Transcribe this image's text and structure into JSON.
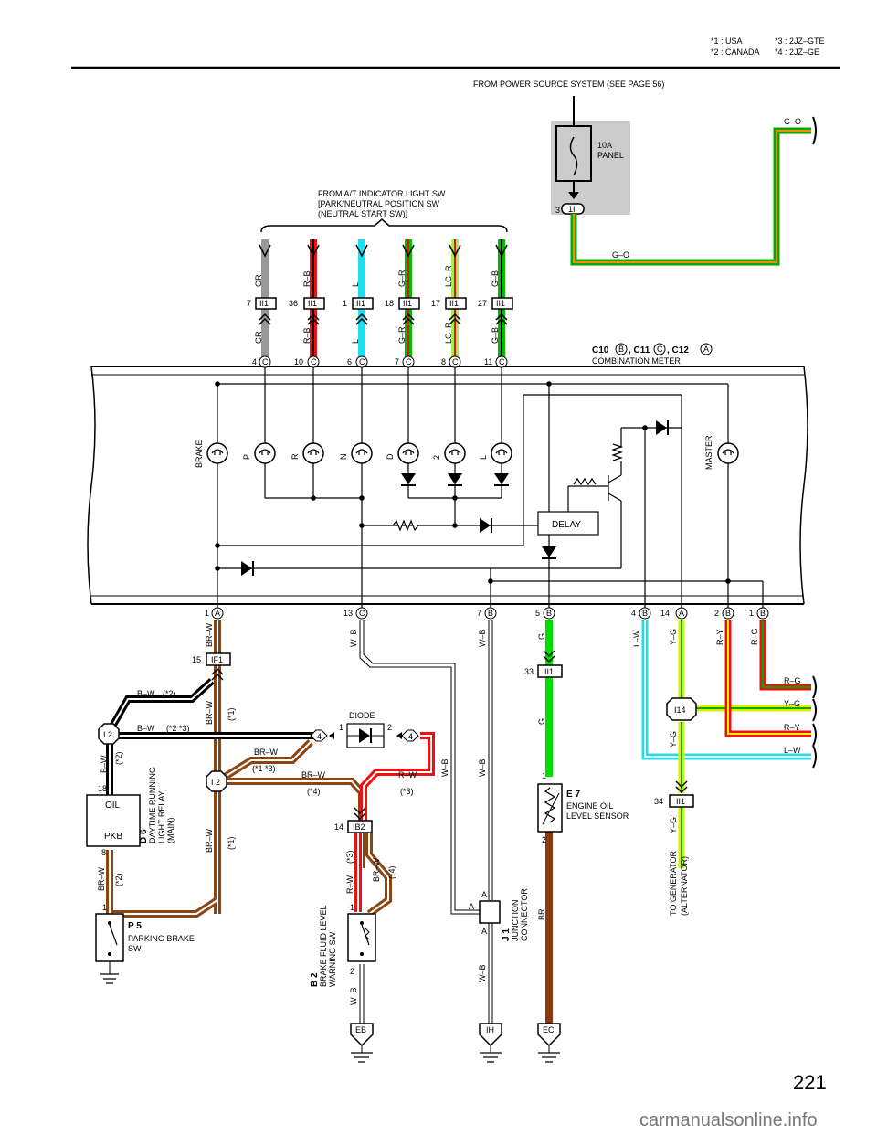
{
  "legend": {
    "n1": "*1 : USA",
    "n2": "*2 : CANADA",
    "n3": "*3 : 2JZ–GTE",
    "n4": "*4 : 2JZ–GE"
  },
  "power_source": "FROM POWER SOURCE SYSTEM (SEE PAGE 56)",
  "fuse": {
    "rating": "10A",
    "name": "PANEL",
    "pin": "3",
    "connector": "1I"
  },
  "wire_go": "G–O",
  "at_indicator": {
    "line1": "FROM A/T INDICATOR LIGHT SW",
    "line2": "[PARK/NEUTRAL POSITION SW",
    "line3": "(NEUTRAL START SW)]"
  },
  "meter_header": {
    "c10": "C10",
    "c11": ", C11",
    "c12": ", C12",
    "title": "COMBINATION METER"
  },
  "circle_letters": {
    "a": "A",
    "b": "B",
    "c": "C"
  },
  "top_wires": [
    {
      "color": "GR",
      "pin_top": "7",
      "pin_bottom": "4",
      "conn": "II1"
    },
    {
      "color": "R–B",
      "pin_top": "36",
      "pin_bottom": "10",
      "conn": "II1"
    },
    {
      "color": "L",
      "pin_top": "1",
      "pin_bottom": "6",
      "conn": "II1"
    },
    {
      "color": "G–R",
      "pin_top": "18",
      "pin_bottom": "7",
      "conn": "II1"
    },
    {
      "color": "LG–R",
      "pin_top": "17",
      "pin_bottom": "8",
      "conn": "II1"
    },
    {
      "color": "G–B",
      "pin_top": "27",
      "pin_bottom": "11",
      "conn": "II1"
    }
  ],
  "lamps": [
    "BRAKE",
    "P",
    "R",
    "N",
    "D",
    "2",
    "L",
    "MASTER"
  ],
  "delay": "DELAY",
  "bottom_pins": [
    {
      "pin": "1",
      "letter": "A"
    },
    {
      "pin": "13",
      "letter": "C"
    },
    {
      "pin": "7",
      "letter": "B"
    },
    {
      "pin": "5",
      "letter": "B"
    },
    {
      "pin": "4",
      "letter": "B"
    },
    {
      "pin": "14",
      "letter": "A"
    },
    {
      "pin": "2",
      "letter": "B"
    },
    {
      "pin": "1",
      "letter": "B"
    }
  ],
  "wires": {
    "brw": "BR–W",
    "wb": "W–B",
    "bw": "B–W",
    "g": "G",
    "lw": "L–W",
    "yg": "Y–G",
    "ry": "R–Y",
    "rg": "R–G",
    "rw": "R–W",
    "br": "BR"
  },
  "notes": {
    "n1": "(*1)",
    "n2": "(*2)",
    "n4": "(*4)",
    "n3": "(*3)",
    "n23": "(*2 *3)",
    "n13": "(*1 *3)"
  },
  "connectors": {
    "if1": "IF1",
    "if1_pin": "15",
    "i2": "I 2",
    "ii1": "II1",
    "ii1_pin": "33",
    "ii1_pin2": "34",
    "i14": "I14",
    "ib2": "IB2",
    "ib2_pin": "14",
    "diode_pin": "4",
    "diode_p1": "1",
    "diode_p2": "2"
  },
  "diode": "DIODE",
  "relay": {
    "oil": "OIL",
    "pkb": "PKB",
    "pin18": "18",
    "pin8": "8",
    "code": "D 6",
    "line1": "DAYTIME RUNNING",
    "line2": "LIGHT RELAY",
    "line3": "(MAIN)"
  },
  "parking": {
    "code": "P 5",
    "line1": "PARKING BRAKE",
    "line2": "SW",
    "pin": "1"
  },
  "brake_fluid": {
    "code": "B 2",
    "line1": "BRAKE FLUID LEVEL",
    "line2": "WARNING SW",
    "pin1": "1",
    "pin2": "2"
  },
  "junction": {
    "code": "J 1",
    "line1": "JUNCTION",
    "line2": "CONNECTOR",
    "a": "A"
  },
  "oil_sensor": {
    "code": "E 7",
    "line1": "ENGINE OIL",
    "line2": "LEVEL SENSOR",
    "pin1": "1",
    "pin2": "2"
  },
  "generator": {
    "line1": "TO GENERATOR",
    "line2": "(ALTERNATOR)"
  },
  "grounds": {
    "eb": "EB",
    "ih": "IH",
    "ec": "EC"
  },
  "page_number": "221",
  "watermark": "carmanualsonline.info"
}
